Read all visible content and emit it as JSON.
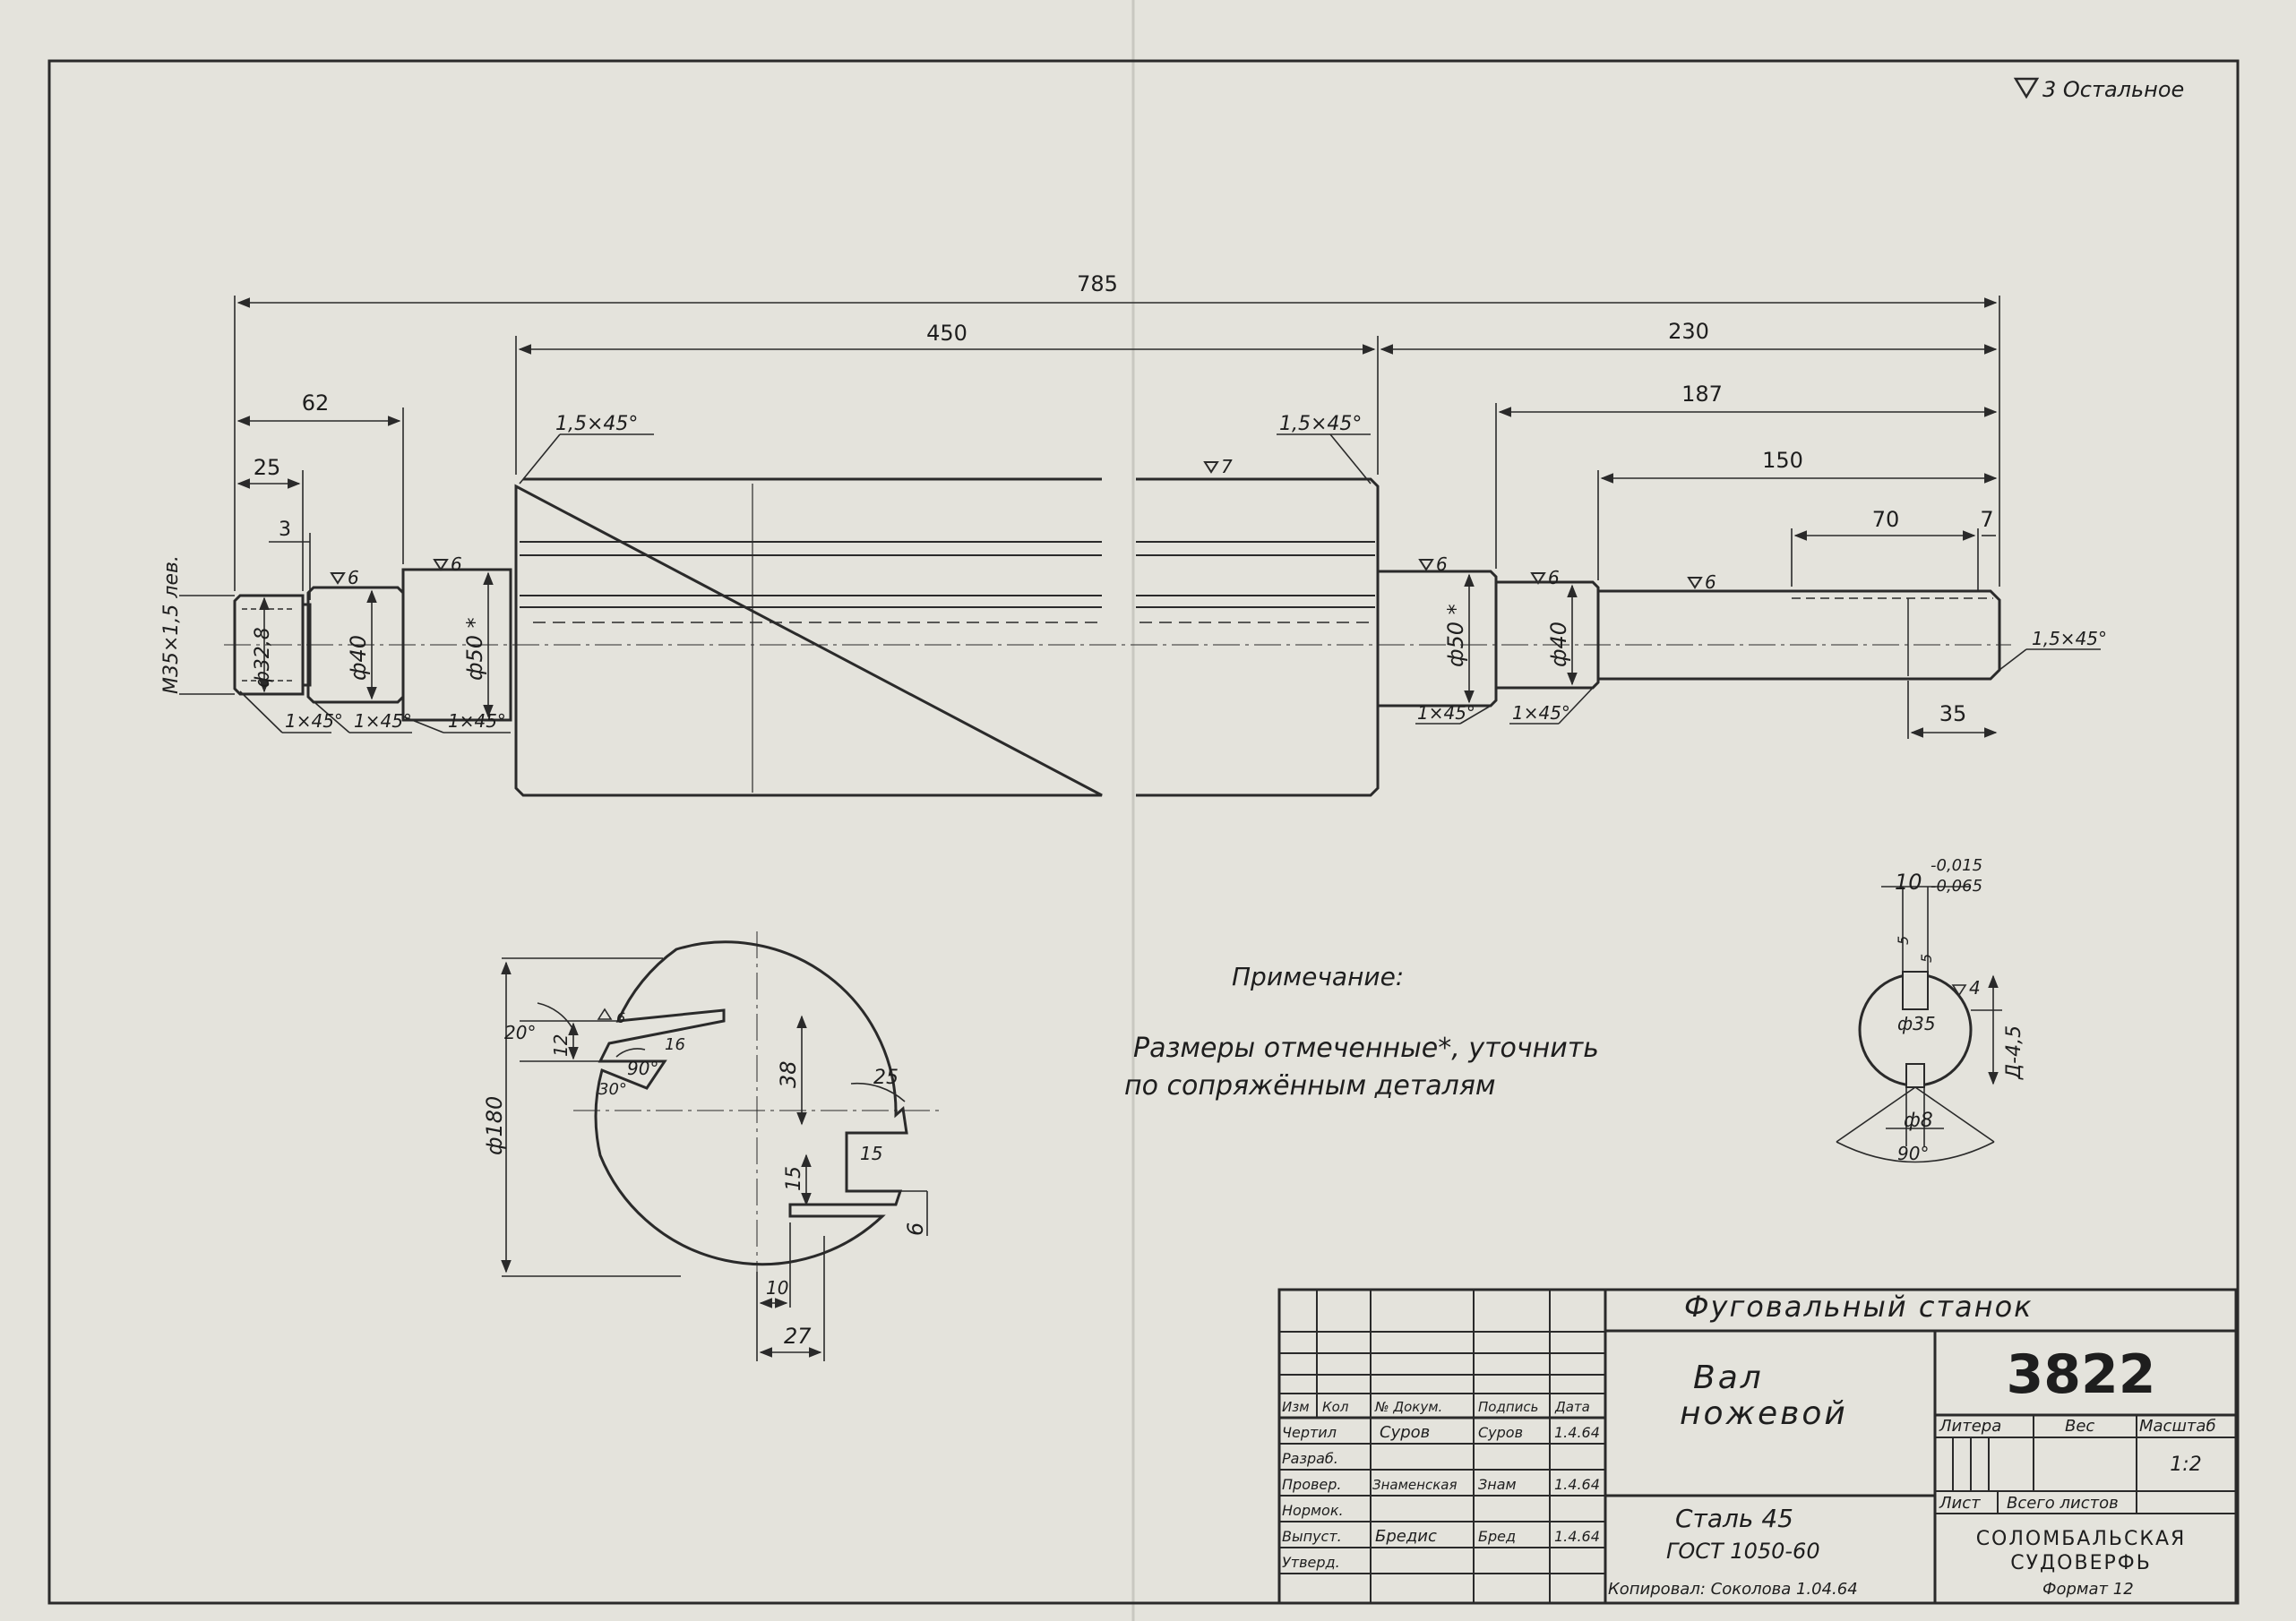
{
  "surface_note": "3 Остальное",
  "dims": {
    "overall": "785",
    "body": "450",
    "right": "230",
    "d187": "187",
    "d150": "150",
    "d70": "70",
    "d7": "7",
    "d62": "62",
    "d25": "25",
    "d3": "3",
    "d35": "35",
    "chamfer_15": "1,5×45°",
    "chamfer_1": "1×45°",
    "thread": "M35×1,5 лев.",
    "d328": "ф32,8",
    "d40": "ф40",
    "d50s": "ф50 *",
    "r6": "6",
    "r7": "7"
  },
  "section_dims": {
    "d180": "ф180",
    "a20": "20°",
    "d12": "12",
    "a90": "90°",
    "a30": "30°",
    "d16": "16",
    "d38": "38",
    "d25": "25",
    "d15a": "15",
    "d15b": "15",
    "d6": "6",
    "d10": "10",
    "d27": "27",
    "r6": "6"
  },
  "key_dims": {
    "w10": "10",
    "tol_hi": "-0,015",
    "tol_lo": "-0,065",
    "s5a": "5",
    "s5b": "5",
    "d35": "ф35",
    "d45": "Д-4,5",
    "r4": "4",
    "d8": "ф8",
    "a90": "90°"
  },
  "note": {
    "title": "Примечание:",
    "line1": "Размеры отмеченные*, уточнить",
    "line2": "по сопряжённым деталям"
  },
  "title_block": {
    "machine": "Фуговальный станок",
    "part_line1": "Вал",
    "part_line2": "ножевой",
    "number": "3822",
    "material_line1": "Сталь 45",
    "material_line2": "ГОСТ 1050-60",
    "org_line1": "СОЛОМБАЛЬСКАЯ",
    "org_line2": "СУДОВЕРФЬ",
    "col_headers": [
      "Изм",
      "Кол",
      "№ Докум.",
      "Подпись",
      "Дата"
    ],
    "rows": [
      {
        "role": "Чертил",
        "name": "Суров",
        "sign": "Суров",
        "date": "1.4.64"
      },
      {
        "role": "Разраб.",
        "name": "",
        "sign": "",
        "date": ""
      },
      {
        "role": "Провер.",
        "name": "Знаменская",
        "sign": "Знам",
        "date": "1.4.64"
      },
      {
        "role": "Нормок.",
        "name": "",
        "sign": "",
        "date": ""
      },
      {
        "role": "Выпуст.",
        "name": "Бредис",
        "sign": "Бред",
        "date": "1.4.64"
      },
      {
        "role": "Утверд.",
        "name": "",
        "sign": "",
        "date": ""
      }
    ],
    "litera_label": "Литера",
    "mass_label": "Вес",
    "scale_label": "Масштаб",
    "scale_value": "1:2",
    "sheet_label": "Лист",
    "sheets_label": "Всего листов",
    "copied": "Копировал: Соколова 1.04.64",
    "format": "Формат 12"
  },
  "colors": {
    "paper": "#e4e3dc",
    "ink": "#2a2a2a"
  }
}
